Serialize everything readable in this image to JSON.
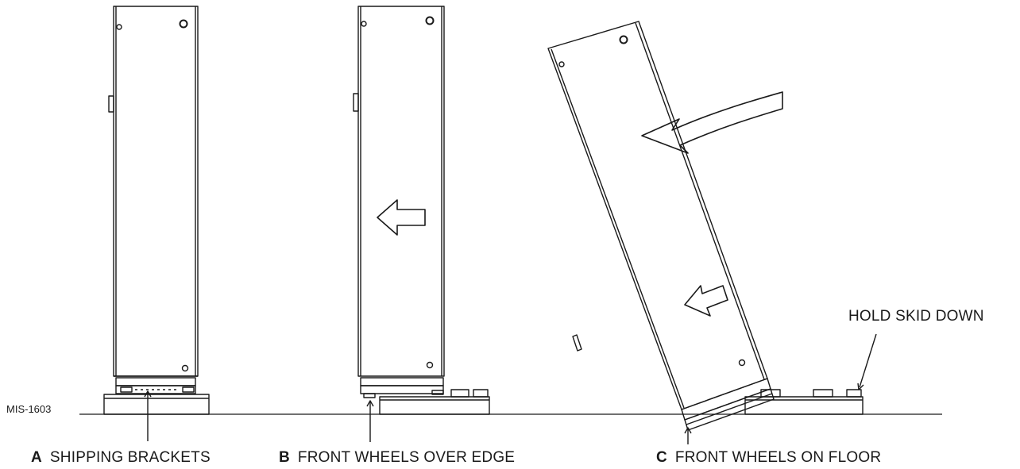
{
  "figure_id": "MIS-1603",
  "step_a": {
    "letter": "A",
    "caption": "SHIPPING BRACKETS"
  },
  "step_b": {
    "letter": "B",
    "caption": "FRONT WHEELS OVER EDGE"
  },
  "step_c": {
    "letter": "C",
    "caption": "FRONT WHEELS ON FLOOR"
  },
  "callout": "HOLD SKID DOWN"
}
